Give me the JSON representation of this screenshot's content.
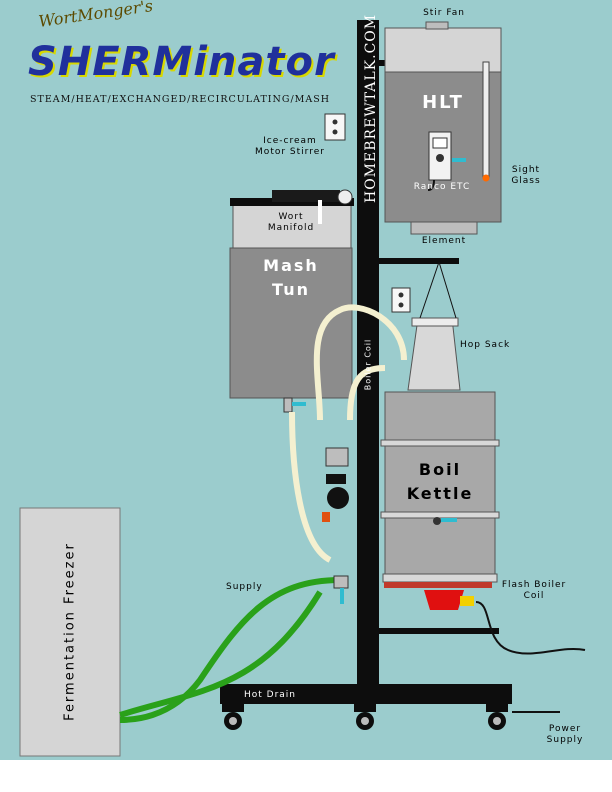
{
  "logo": {
    "maker": "WortMonger's",
    "title": "SHERMinator",
    "subtitle": "STEAM/HEAT/EXCHANGED/RECIRCULATING/MASH"
  },
  "stand": {
    "website": "HOMEBREWTALK.COM",
    "coil_label": "Boiler Coil"
  },
  "components": {
    "hlt": {
      "name": "HLT",
      "controller": "Ranco ETC",
      "element": "Element",
      "stir_fan": "Stir Fan",
      "sight_glass": "Sight Glass"
    },
    "mash_tun": {
      "line1": "Mash",
      "line2": "Tun",
      "stirrer": "Ice-cream Motor Stirrer",
      "manifold": "Wort Manifold"
    },
    "kettle": {
      "line1": "Boil",
      "line2": "Kettle",
      "hop_sack": "Hop Sack",
      "flash_boiler": "Flash Boiler Coil"
    },
    "freezer": {
      "name": "Fermentation Freezer"
    },
    "supply": "Supply",
    "hot_drain": "Hot Drain",
    "power": "Power Supply"
  },
  "colors": {
    "background": "#9bcccd",
    "vessel": "#909090",
    "stand": "#0d0d0d",
    "hose_green": "#2aa11a",
    "hose_cream": "#f4f0d0",
    "burner": "#e01010"
  }
}
